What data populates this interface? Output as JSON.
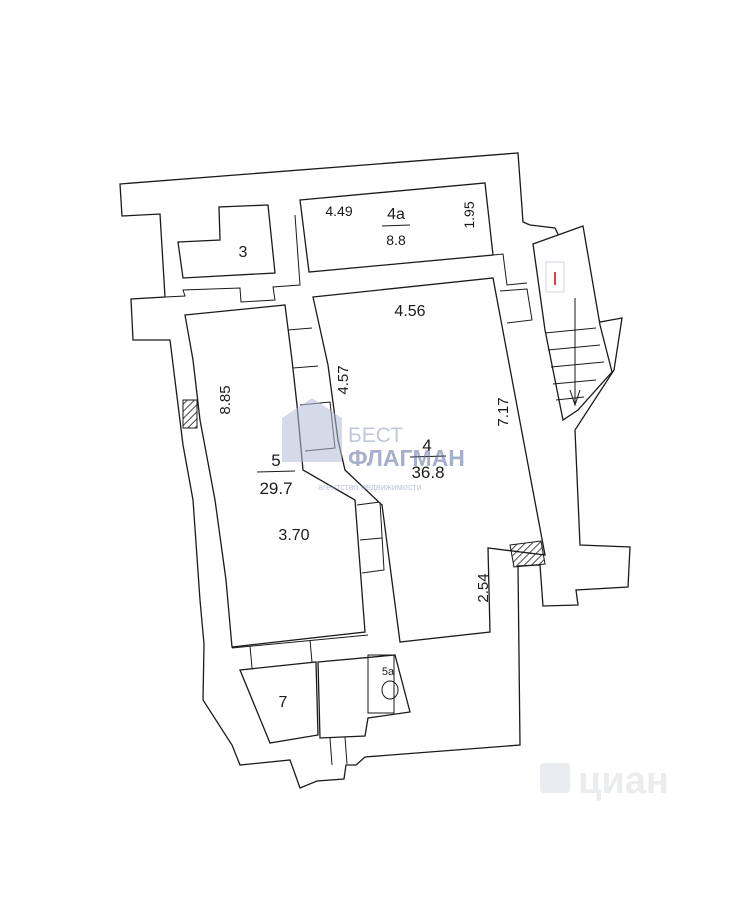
{
  "rooms": {
    "r3": {
      "number": "3"
    },
    "r4a": {
      "number": "4а",
      "area": "8.8",
      "length": "4.49",
      "width": "1.95"
    },
    "r4": {
      "number": "4",
      "area": "36.8",
      "top_dim": "4.56",
      "left_dim": "4.57",
      "right_dim": "7.17",
      "bottom_dim": "2.54"
    },
    "r5": {
      "number": "5",
      "area": "29.7",
      "length": "8.85",
      "width": "3.70"
    },
    "r5a": {
      "number": "5а"
    },
    "r7": {
      "number": "7"
    }
  },
  "stair_label": "I",
  "watermark": {
    "brand_top": "БЕСТ",
    "brand_main": "ФЛАГМАН",
    "brand_sub": "агентство недвижимости",
    "cian": "циан"
  },
  "colors": {
    "wall_line": "#1a1a1a",
    "stair_label": "#e02020",
    "watermark": "#9aa6c8"
  }
}
